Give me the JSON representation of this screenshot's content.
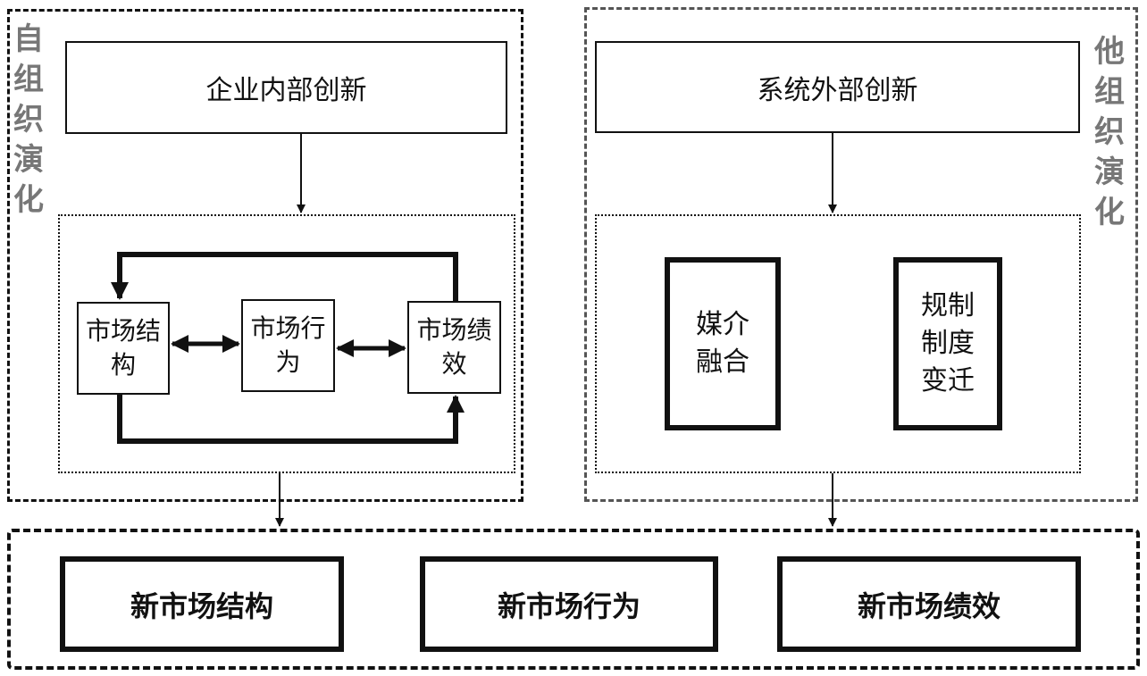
{
  "left_label": "自组织演化",
  "right_label": "他组织演化",
  "left_top_box": "企业内部创新",
  "right_top_box": "系统外部创新",
  "market_structure": "市场结构",
  "market_conduct": "市场行为",
  "market_performance": "市场绩效",
  "media_convergence": "媒介融合",
  "regulation_change": "规制制度变迁",
  "new_market_structure": "新市场结构",
  "new_market_conduct": "新市场行为",
  "new_market_performance": "新市场绩效"
}
